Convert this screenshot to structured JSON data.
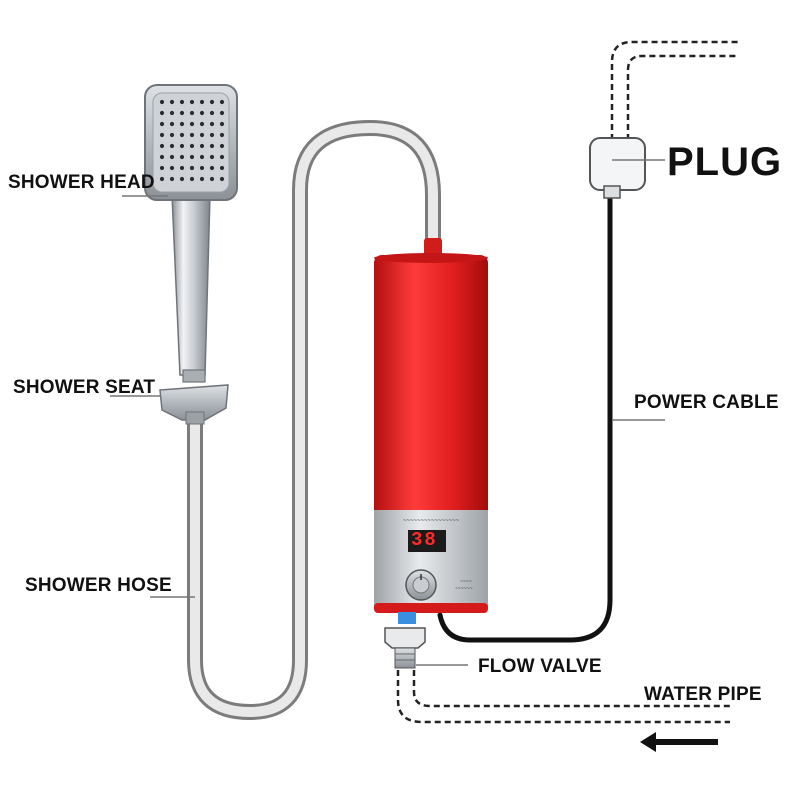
{
  "labels": {
    "shower_head": "SHOWER HEAD",
    "shower_seat": "SHOWER SEAT",
    "shower_hose": "SHOWER HOSE",
    "plug": "PLUG",
    "power_cable": "POWER CABLE",
    "flow_valve": "FLOW VALVE",
    "water_pipe": "WATER PIPE"
  },
  "heater": {
    "display_value": "38",
    "colors": {
      "body": "#e01e1e",
      "panel": "#c9ccd0",
      "display": "#d41515"
    }
  },
  "colors": {
    "hose": "#9a9a9a",
    "cable": "#111111",
    "leader_line": "#777777",
    "pipe_dash": "#222222",
    "chrome": "#c8ccd1"
  },
  "icons": {
    "flow_direction": "left-arrow-icon"
  }
}
